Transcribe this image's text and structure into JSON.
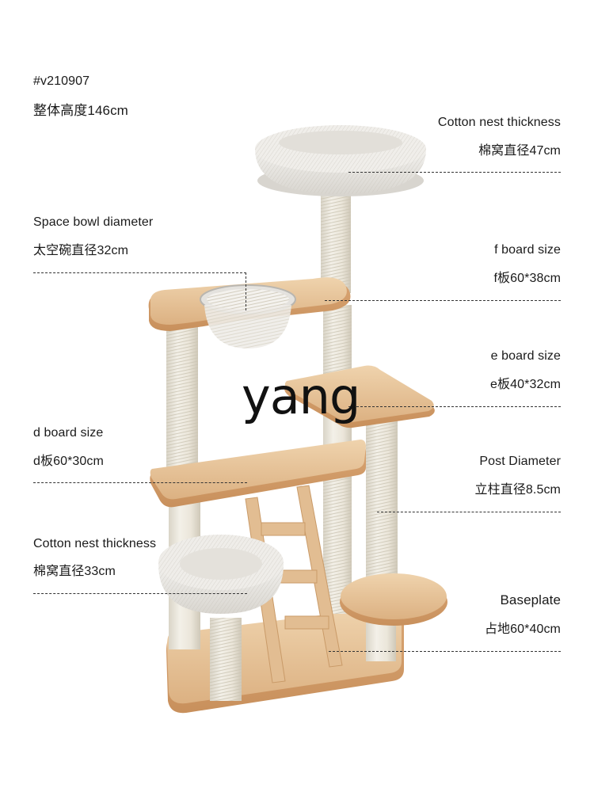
{
  "header": {
    "version_code": "#v210907",
    "overall_height": "整体高度146cm"
  },
  "watermark": "yang",
  "annotations": [
    {
      "id": "top-nest",
      "title": "Cotton nest thickness",
      "value": "棉窝直径47cm",
      "side": "right"
    },
    {
      "id": "space-bowl",
      "title": "Space bowl diameter",
      "value": "太空碗直径32cm",
      "side": "left"
    },
    {
      "id": "f-board",
      "title": "f board size",
      "value": "f板60*38cm",
      "side": "right"
    },
    {
      "id": "e-board",
      "title": "e board size",
      "value": "e板40*32cm",
      "side": "right"
    },
    {
      "id": "d-board",
      "title": "d board size",
      "value": "d板60*30cm",
      "side": "left"
    },
    {
      "id": "post",
      "title": "Post Diameter",
      "value": "立柱直径8.5cm",
      "side": "right"
    },
    {
      "id": "bottom-nest",
      "title": "Cotton nest thickness",
      "value": "棉窝直径33cm",
      "side": "left"
    },
    {
      "id": "baseplate",
      "title": "Baseplate",
      "value": "占地60*40cm",
      "side": "right"
    }
  ],
  "colors": {
    "wood_light": "#e9c9a0",
    "wood_mid": "#dcae7e",
    "wood_dark": "#c98f5c",
    "sisal": "#ece8de",
    "sisal_shade": "#d8d2c4",
    "fabric": "#efedea",
    "fabric_shade": "#d6d3ce"
  }
}
